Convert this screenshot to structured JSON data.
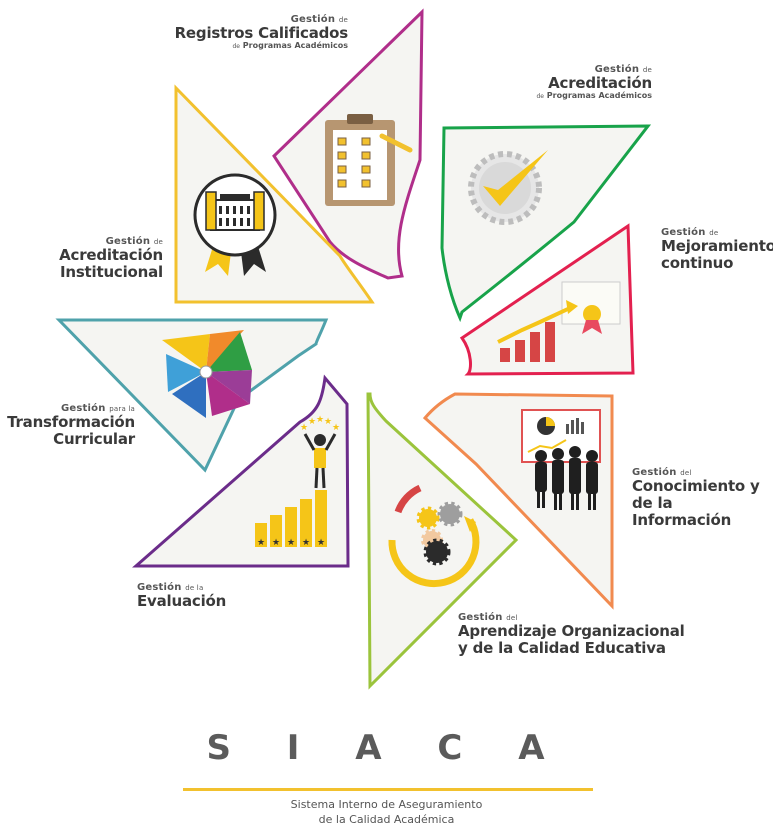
{
  "colors": {
    "registros": "#b02e8a",
    "acreditacion_programas": "#18a34a",
    "mejoramiento": "#e3204f",
    "conocimiento": "#f18a4f",
    "aprendizaje": "#9bc43c",
    "evaluacion": "#6b2c8a",
    "transformacion": "#4fa2ab",
    "institucional": "#f2c12e",
    "panel_fill": "#f5f5f2",
    "accent_yellow": "#f5c518"
  },
  "segments": {
    "registros": {
      "prefix": "Gestión",
      "prefix_small": "de",
      "title": "Registros Calificados",
      "sub_small": "de",
      "sub": "Programas Académicos",
      "icon": "clipboard-checklist-icon"
    },
    "acreditacion_programas": {
      "prefix": "Gestión",
      "prefix_small": "de",
      "title": "Acreditación",
      "sub_small": "de",
      "sub": "Programas Académicos",
      "icon": "checkmark-seal-icon"
    },
    "mejoramiento": {
      "prefix": "Gestión",
      "prefix_small": "de",
      "title": "Mejoramiento",
      "title2": "continuo",
      "icon": "growth-chart-certificate-icon"
    },
    "conocimiento": {
      "prefix": "Gestión",
      "prefix_small": "del",
      "title": "Conocimiento y",
      "title2": "de la Información",
      "icon": "presentation-people-icon"
    },
    "aprendizaje": {
      "prefix": "Gestión",
      "prefix_small": "del",
      "title": "Aprendizaje Organizacional",
      "title2": "y de la Calidad Educativa",
      "icon": "gears-cycle-icon"
    },
    "evaluacion": {
      "prefix": "Gestión",
      "prefix_small": "de la",
      "title": "Evaluación",
      "icon": "rating-bars-icon"
    },
    "transformacion": {
      "prefix": "Gestión",
      "prefix_small": "para la",
      "title": "Transformación",
      "title2": "Curricular",
      "icon": "pinwheel-icon"
    },
    "institucional": {
      "prefix": "Gestión",
      "prefix_small": "de",
      "title": "Acreditación",
      "title2": "Institucional",
      "icon": "building-ribbon-icon"
    }
  },
  "footer": {
    "title": "S I A C A",
    "line1": "Sistema Interno de Aseguramiento",
    "line2": "de la Calidad Académica"
  }
}
